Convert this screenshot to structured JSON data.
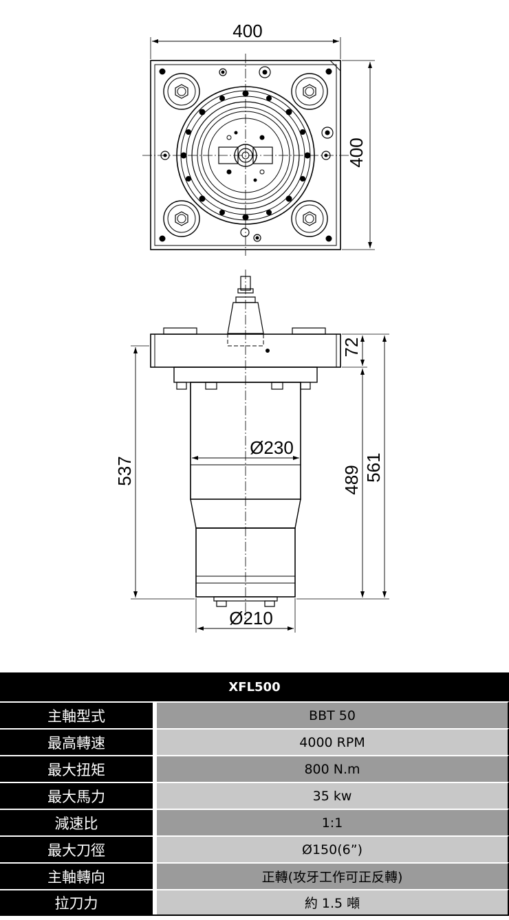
{
  "dimensions": {
    "top_width": "400",
    "top_height": "400",
    "flange_height": "72",
    "body_height_left": "537",
    "body_height_mid": "489",
    "total_height": "561",
    "diameter_upper": "Ø230",
    "diameter_lower": "Ø210"
  },
  "spec": {
    "model": "XFL500",
    "rows": [
      {
        "label": "主軸型式",
        "value": "BBT 50"
      },
      {
        "label": "最高轉速",
        "value": "4000 RPM"
      },
      {
        "label": "最大扭矩",
        "value": "800 N.m"
      },
      {
        "label": "最大馬力",
        "value": "35 kw"
      },
      {
        "label": "減速比",
        "value": "1:1"
      },
      {
        "label": "最大刀徑",
        "value": "Ø150(6”)"
      },
      {
        "label": "主軸轉向",
        "value": "正轉(攻牙工作可正反轉)"
      },
      {
        "label": "拉刀力",
        "value": "約 1.5 噸"
      }
    ]
  }
}
